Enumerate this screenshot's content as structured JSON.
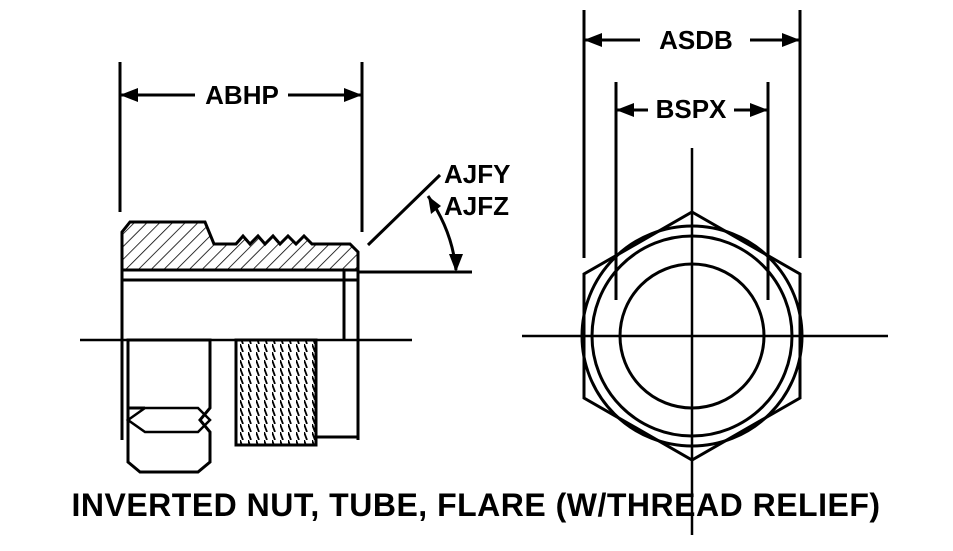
{
  "diagram": {
    "caption": "INVERTED NUT, TUBE, FLARE (W/THREAD RELIEF)",
    "labels": {
      "abhp": "ABHP",
      "asdb": "ASDB",
      "bspx": "BSPX",
      "ajfy": "AJFY",
      "ajfz": "AJFZ"
    },
    "colors": {
      "ink": "#000000",
      "paper": "#ffffff"
    }
  }
}
